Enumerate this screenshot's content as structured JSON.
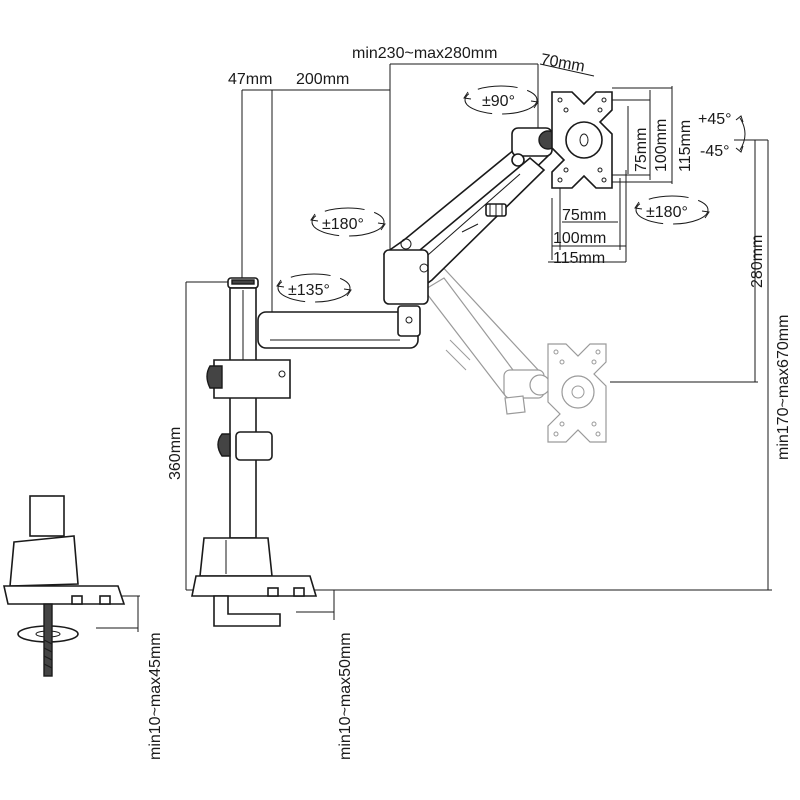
{
  "dimensions": {
    "arm_reach": "min230~max280mm",
    "plate_offset": "70mm",
    "pole_offset": "47mm",
    "arm_segment": "200mm",
    "pole_height": "360mm",
    "clamp_range": "min10~max45mm",
    "grommet_range": "min10~max50mm",
    "height_range": "min170~max670mm",
    "height_travel": "280mm",
    "vesa_h_75": "75mm",
    "vesa_h_100": "100mm",
    "vesa_h_115": "115mm",
    "vesa_v_75": "75mm",
    "vesa_v_100": "100mm",
    "vesa_v_115": "115mm"
  },
  "rotations": {
    "rot_90": "±90°",
    "rot_180_arm": "±180°",
    "rot_135": "±135°",
    "rot_180_plate": "±180°",
    "tilt_up": "+45°",
    "tilt_down": "-45°"
  }
}
